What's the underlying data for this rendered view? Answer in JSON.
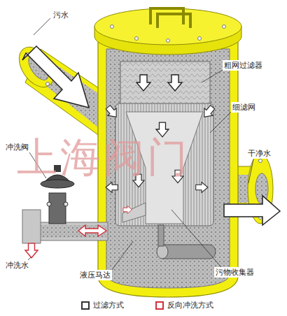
{
  "diagram": {
    "labels": [
      "污水",
      "粗网过滤器",
      "细滤网",
      "干净水",
      "冲洗阀",
      "冲洗水",
      "液压马达",
      "污物收集器",
      "上海阀门"
    ],
    "legend": [
      {
        "text": "过滤方式"
      },
      {
        "text": "反向冲洗方式"
      }
    ]
  }
}
